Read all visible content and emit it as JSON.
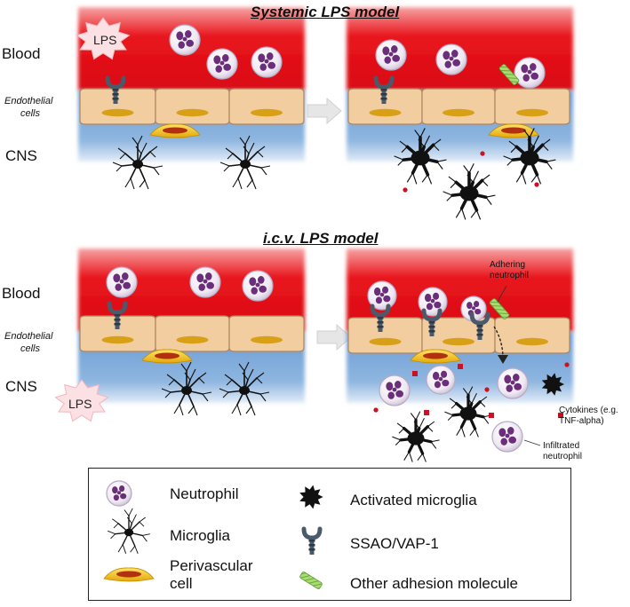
{
  "titles": {
    "systemic": "Systemic LPS model",
    "icv": "i.c.v. LPS model"
  },
  "row_labels": {
    "blood": "Blood",
    "endothelial_line1": "Endothelial",
    "endothelial_line2": "cells",
    "cns": "CNS"
  },
  "lps_label": "LPS",
  "annotations": {
    "adhering_line1": "Adhering",
    "adhering_line2": "neutrophil",
    "cytokines_line1": "Cytokines (e.g.",
    "cytokines_line2": "TNF-alpha)",
    "infiltrated_line1": "Infiltrated",
    "infiltrated_line2": "neutrophil"
  },
  "legend": {
    "neutrophil": "Neutrophil",
    "microglia": "Microglia",
    "perivascular_line1": "Perivascular",
    "perivascular_line2": "cell",
    "activated_microglia": "Activated microglia",
    "ssao": "SSAO/VAP-1",
    "other_adhesion": "Other adhesion molecule"
  },
  "colors": {
    "blood": "#e8141c",
    "cns": "#6a9bd4",
    "endothelial": "#f2cda0",
    "nucleus_ellipse": "#d8a017",
    "perivascular": "#f5c518",
    "neutrophil_nucleus": "#6b2e7a",
    "ssao": "#4a5a6a",
    "adhesion": "#8cc850",
    "cytokine": "#cc1122"
  }
}
